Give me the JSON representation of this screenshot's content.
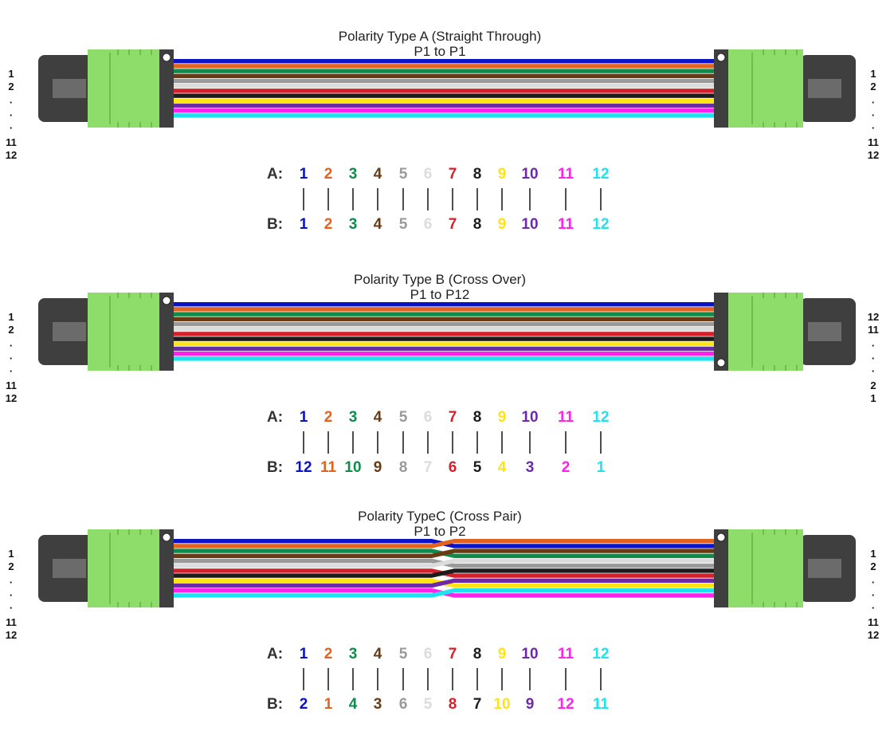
{
  "colors": {
    "fiber": [
      "#0a13c8",
      "#e2621e",
      "#0e8c4a",
      "#6a3b13",
      "#9a9a9a",
      "#dcdcdc",
      "#d5202b",
      "#1c1c1c",
      "#ffe414",
      "#6c2aa8",
      "#ff22ea",
      "#1ee3ef"
    ],
    "connector_green": "#8edc6a",
    "connector_dark": "#3f3f3f"
  },
  "panels": [
    {
      "id": "a",
      "title": "Polarity Type A  (Straight Through)",
      "subtitle": "P1 to P1",
      "left_key": "Key-up",
      "right_key": "Key-Down",
      "left_numbers": [
        "1",
        "2",
        "·",
        "·",
        "·",
        "11",
        "12"
      ],
      "right_numbers": [
        "1",
        "2",
        "·",
        "·",
        "·",
        "11",
        "12"
      ],
      "row_a_label": "A:",
      "row_b_label": "B:",
      "row_a": [
        "1",
        "2",
        "3",
        "4",
        "5",
        "6",
        "7",
        "8",
        "9",
        "10",
        "11",
        "12"
      ],
      "row_b": [
        "1",
        "2",
        "3",
        "4",
        "5",
        "6",
        "7",
        "8",
        "9",
        "10",
        "11",
        "12"
      ],
      "row_b_colors": [
        0,
        1,
        2,
        3,
        4,
        5,
        6,
        7,
        8,
        9,
        10,
        11
      ],
      "left_order": [
        0,
        1,
        2,
        3,
        4,
        5,
        6,
        7,
        8,
        9,
        10,
        11
      ],
      "right_order": [
        0,
        1,
        2,
        3,
        4,
        5,
        6,
        7,
        8,
        9,
        10,
        11
      ],
      "left_key_side": "inner",
      "right_key_side": "inner",
      "crossover": false
    },
    {
      "id": "b",
      "title": "Polarity Type B  (Cross Over)",
      "subtitle": "P1 to P12",
      "left_key": "Key-up",
      "right_key": "Key-up",
      "left_numbers": [
        "1",
        "2",
        "·",
        "·",
        "·",
        "11",
        "12"
      ],
      "right_numbers": [
        "12",
        "11",
        "·",
        "·",
        "·",
        "2",
        "1"
      ],
      "row_a_label": "A:",
      "row_b_label": "B:",
      "row_a": [
        "1",
        "2",
        "3",
        "4",
        "5",
        "6",
        "7",
        "8",
        "9",
        "10",
        "11",
        "12"
      ],
      "row_b": [
        "12",
        "11",
        "10",
        "9",
        "8",
        "7",
        "6",
        "5",
        "4",
        "3",
        "2",
        "1"
      ],
      "row_b_colors": [
        0,
        1,
        2,
        3,
        4,
        5,
        6,
        7,
        8,
        9,
        10,
        11
      ],
      "left_order": [
        0,
        1,
        2,
        3,
        4,
        5,
        6,
        7,
        8,
        9,
        10,
        11
      ],
      "right_order": [
        0,
        1,
        2,
        3,
        4,
        5,
        6,
        7,
        8,
        9,
        10,
        11
      ],
      "left_key_side": "inner",
      "right_key_side": "outer",
      "crossover": false
    },
    {
      "id": "c",
      "title": "Polarity TypeC  (Cross Pair)",
      "subtitle": "P1 to P2",
      "left_key": "Key-up",
      "right_key": "Key-Down",
      "left_numbers": [
        "1",
        "2",
        "·",
        "·",
        "·",
        "11",
        "12"
      ],
      "right_numbers": [
        "1",
        "2",
        "·",
        "·",
        "·",
        "11",
        "12"
      ],
      "row_a_label": "A:",
      "row_b_label": "B:",
      "row_a": [
        "1",
        "2",
        "3",
        "4",
        "5",
        "6",
        "7",
        "8",
        "9",
        "10",
        "11",
        "12"
      ],
      "row_b": [
        "2",
        "1",
        "4",
        "3",
        "6",
        "5",
        "8",
        "7",
        "10",
        "9",
        "12",
        "11"
      ],
      "row_b_colors": [
        0,
        1,
        2,
        3,
        4,
        5,
        6,
        7,
        8,
        9,
        10,
        11
      ],
      "left_order": [
        0,
        1,
        2,
        3,
        4,
        5,
        6,
        7,
        8,
        9,
        10,
        11
      ],
      "right_order": [
        1,
        0,
        3,
        2,
        5,
        4,
        7,
        6,
        9,
        8,
        11,
        10
      ],
      "left_key_side": "inner",
      "right_key_side": "inner",
      "crossover": true
    }
  ]
}
